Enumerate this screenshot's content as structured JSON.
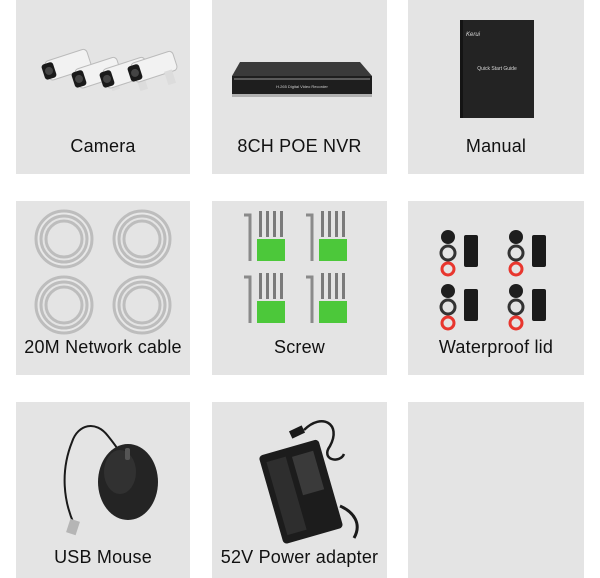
{
  "items": [
    {
      "label": "Camera"
    },
    {
      "label": "8CH POE NVR",
      "nvr_text": "H.265 Digital Video Recorder"
    },
    {
      "label": "Manual",
      "manual_brand": "Kerui",
      "manual_title": "Quick Start Guide"
    },
    {
      "label": "20M Network cable"
    },
    {
      "label": "Screw"
    },
    {
      "label": "Waterproof lid"
    },
    {
      "label": "USB Mouse"
    },
    {
      "label": "52V Power adapter"
    },
    {
      "label": ""
    }
  ],
  "colors": {
    "tile_bg": "#e4e4e4",
    "anchor_green": "#4cc83a",
    "ring_red": "#e8362e"
  }
}
